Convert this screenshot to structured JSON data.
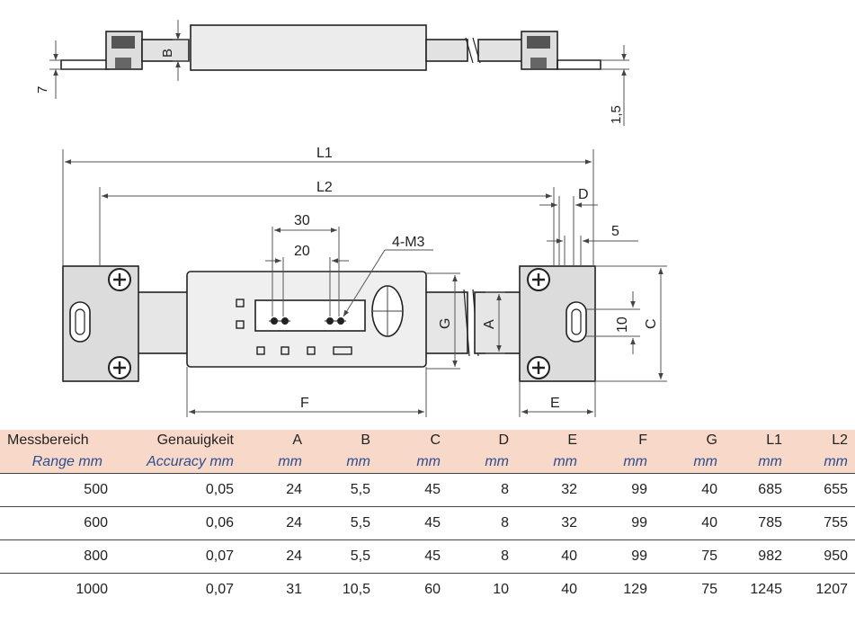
{
  "drawing": {
    "labels": {
      "dim_7": "7",
      "dim_B": "B",
      "dim_1_5": "1,5",
      "dim_L1": "L1",
      "dim_L2": "L2",
      "dim_D": "D",
      "dim_5": "5",
      "dim_30": "30",
      "dim_20": "20",
      "dim_4M3": "4-M3",
      "dim_G": "G",
      "dim_A": "A",
      "dim_10": "10",
      "dim_C": "C",
      "dim_F": "F",
      "dim_E": "E"
    }
  },
  "table": {
    "headers": [
      {
        "label": "Messbereich",
        "sub": "Range mm"
      },
      {
        "label": "Genauigkeit",
        "sub": "Accuracy mm"
      },
      {
        "label": "A",
        "sub": "mm"
      },
      {
        "label": "B",
        "sub": "mm"
      },
      {
        "label": "C",
        "sub": "mm"
      },
      {
        "label": "D",
        "sub": "mm"
      },
      {
        "label": "E",
        "sub": "mm"
      },
      {
        "label": "F",
        "sub": "mm"
      },
      {
        "label": "G",
        "sub": "mm"
      },
      {
        "label": "L1",
        "sub": "mm"
      },
      {
        "label": "L2",
        "sub": "mm"
      }
    ],
    "rows": [
      [
        "500",
        "0,05",
        "24",
        "5,5",
        "45",
        "8",
        "32",
        "99",
        "40",
        "685",
        "655"
      ],
      [
        "600",
        "0,06",
        "24",
        "5,5",
        "45",
        "8",
        "32",
        "99",
        "40",
        "785",
        "755"
      ],
      [
        "800",
        "0,07",
        "24",
        "5,5",
        "45",
        "8",
        "40",
        "99",
        "75",
        "982",
        "950"
      ],
      [
        "1000",
        "0,07",
        "31",
        "10,5",
        "60",
        "10",
        "40",
        "129",
        "75",
        "1245",
        "1207"
      ]
    ]
  },
  "colors": {
    "header_bg": "#f8d9c9",
    "sub_text": "#2e4d8f"
  }
}
